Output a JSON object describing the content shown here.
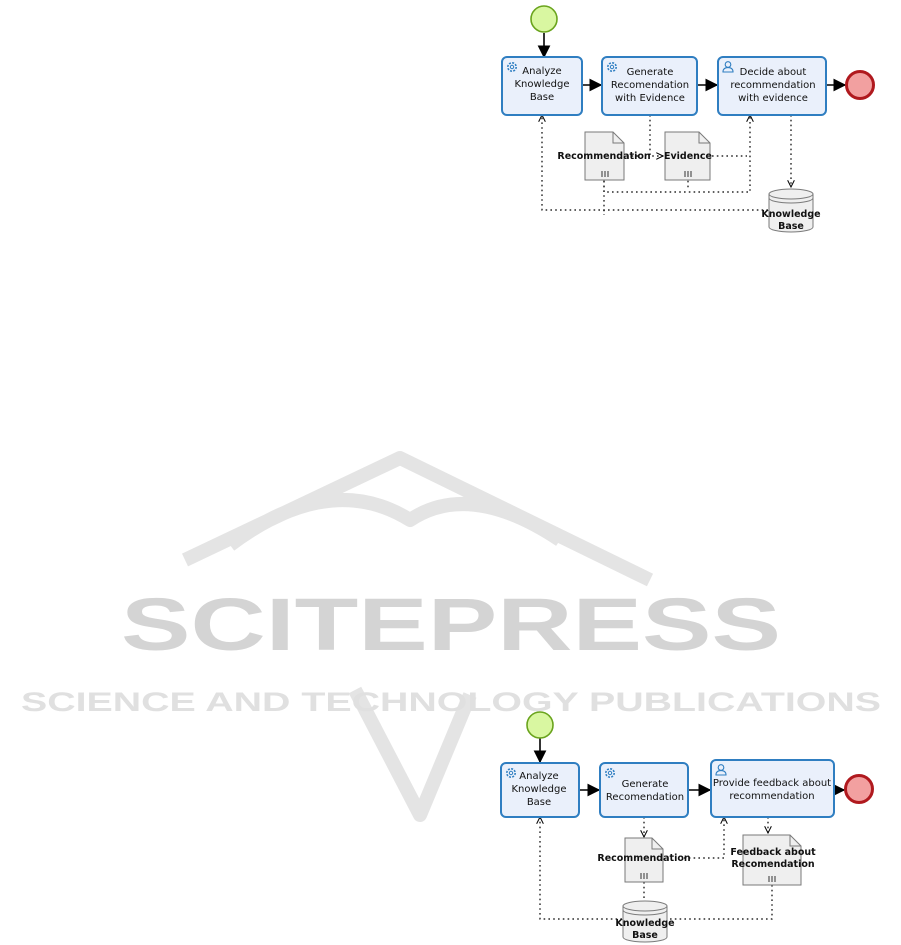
{
  "watermark": {
    "title": "SCITEPRESS",
    "subtitle": "SCIENCE AND TECHNOLOGY PUBLICATIONS"
  },
  "diagram1": {
    "tasks": {
      "analyze": [
        "Analyze",
        "Knowledge",
        "Base"
      ],
      "generate": [
        "Generate",
        "Recomendation",
        "with Evidence"
      ],
      "decide": [
        "Decide about",
        "recommendation",
        "with evidence"
      ]
    },
    "artifacts": {
      "recommendation": "Recommendation",
      "evidence": "Evidence",
      "kb": [
        "Knowledge",
        "Base"
      ]
    }
  },
  "diagram2": {
    "tasks": {
      "analyze": [
        "Analyze",
        "Knowledge",
        "Base"
      ],
      "generate": [
        "Generate",
        "Recomendation"
      ],
      "feedback": [
        "Provide feedback about",
        "recommendation"
      ]
    },
    "artifacts": {
      "recommendation": "Recommendation",
      "feedback": [
        "Feedback about",
        "Recomendation"
      ],
      "kb": [
        "Knowledge",
        "Base"
      ]
    }
  },
  "colors": {
    "start_fill": "#d9f7a1",
    "start_stroke": "#6aa41d",
    "end_fill": "#f2a0a0",
    "end_stroke": "#b0191e",
    "task_fill": "#eaf0fb",
    "task_stroke": "#2f7ec1"
  }
}
